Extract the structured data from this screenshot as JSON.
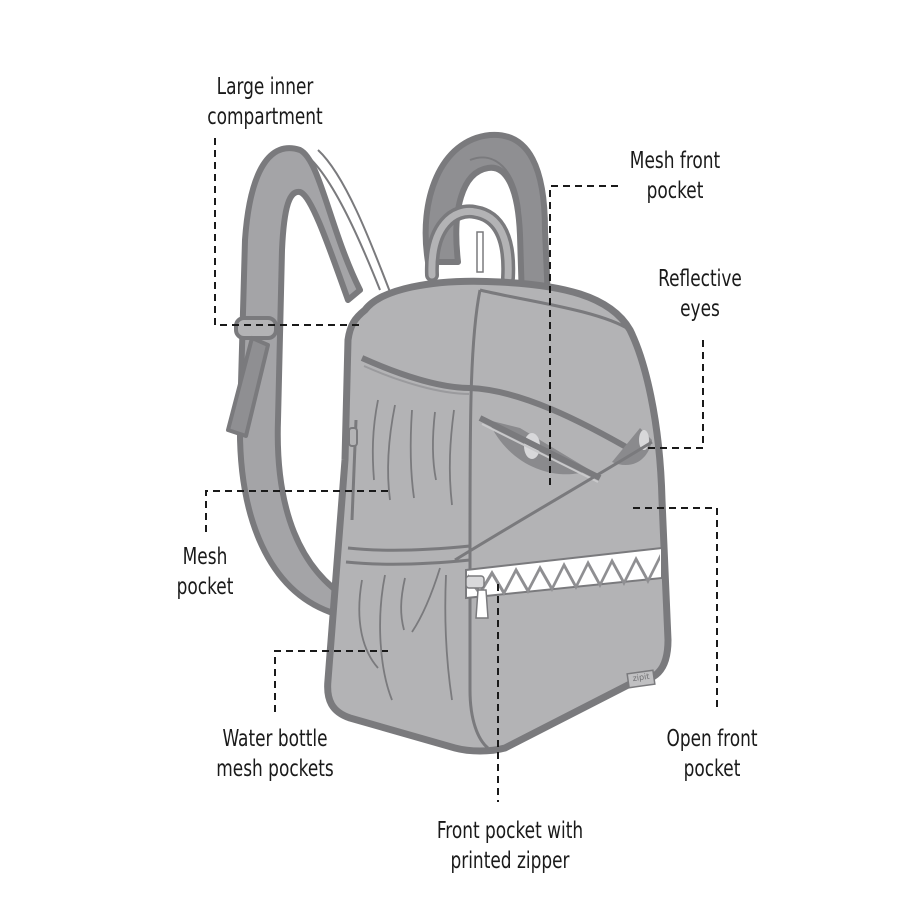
{
  "diagram": {
    "subject": "Backpack feature callouts",
    "brand_badge": "zipit",
    "colors": {
      "background": "#ffffff",
      "bag_fill": "#b3b3b5",
      "bag_dark": "#8f8f92",
      "outline": "#7a7a7d",
      "label_text": "#1a1a1a",
      "leader_line": "#1a1a1a",
      "zipper_print": "#ffffff"
    },
    "callouts": [
      {
        "id": "large-inner-compartment",
        "lines": [
          "Large inner",
          "compartment"
        ]
      },
      {
        "id": "mesh-front-pocket",
        "lines": [
          "Mesh front",
          "pocket"
        ]
      },
      {
        "id": "reflective-eyes",
        "lines": [
          "Reflective",
          "eyes"
        ]
      },
      {
        "id": "mesh-pocket",
        "lines": [
          "Mesh",
          "pocket"
        ]
      },
      {
        "id": "water-bottle-mesh-pockets",
        "lines": [
          "Water bottle",
          "mesh pockets"
        ]
      },
      {
        "id": "open-front-pocket",
        "lines": [
          "Open front",
          "pocket"
        ]
      },
      {
        "id": "front-pocket-printed-zipper",
        "lines": [
          "Front pocket with",
          "printed zipper"
        ]
      }
    ]
  }
}
